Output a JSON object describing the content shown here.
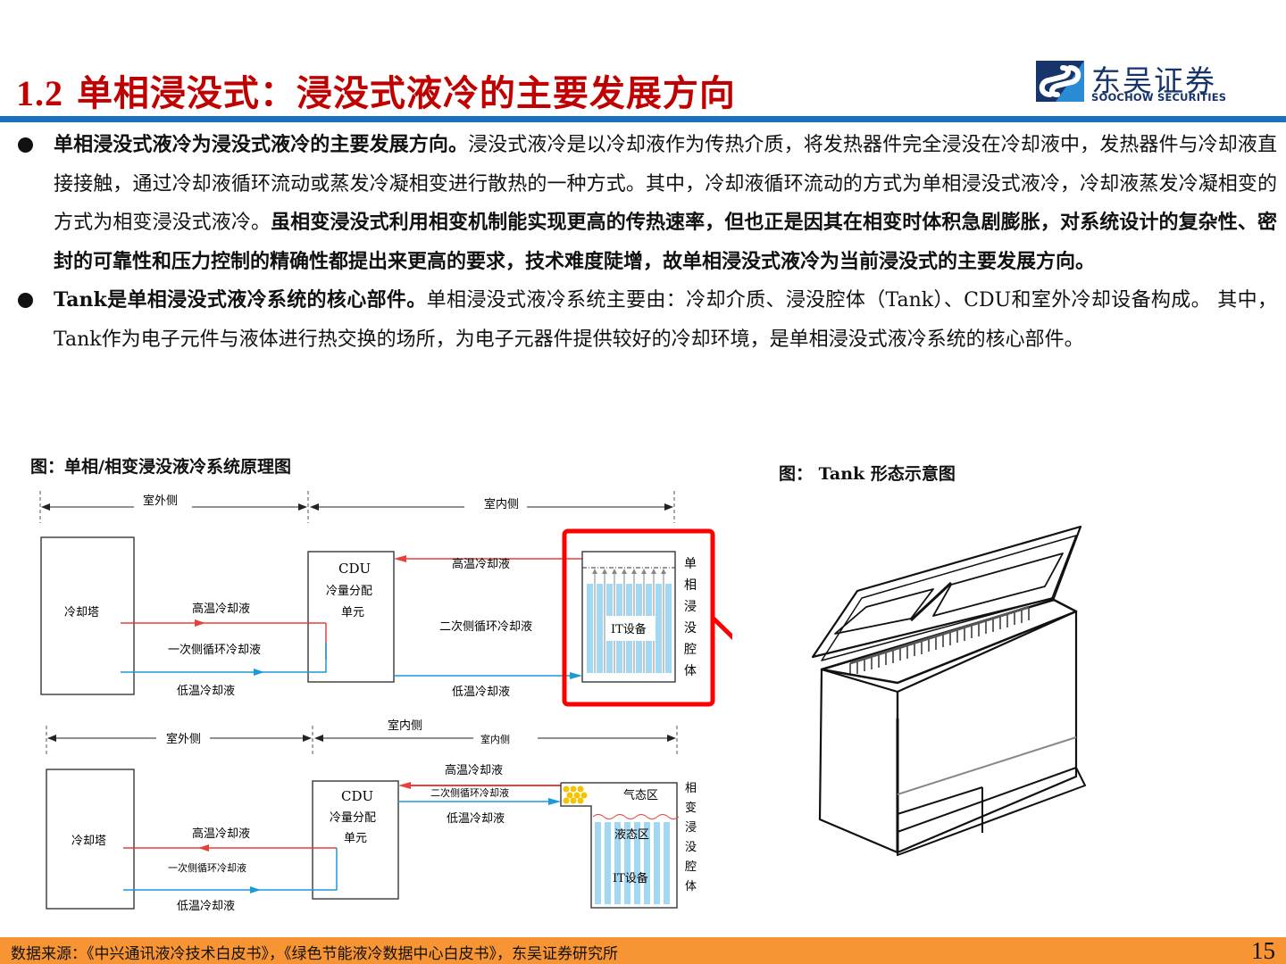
{
  "header": {
    "section_number": "1.2",
    "title": "单相浸没式：浸没式液冷的主要发展方向",
    "accent_color": "#c00000",
    "rule_color": "#1b6fbf"
  },
  "logo": {
    "name_cn": "东吴证券",
    "name_en": "SOOCHOW SECURITIES",
    "icon": "soochow-logo-icon",
    "colors": [
      "#17346b",
      "#2a8bd6"
    ]
  },
  "bullets": [
    {
      "segments": [
        {
          "text": "单相浸没式液冷为浸没式液冷的主要发展方向。",
          "bold": true
        },
        {
          "text": "浸没式液冷是以冷却液作为传热介质，将发热器件完全浸没在冷却液中，发热器件与冷却液直接接触，通过冷却液循环流动或蒸发冷凝相变进行散热的一种方式。其中，冷却液循环流动的方式为单相浸没式液冷，冷却液蒸发冷凝相变的方式为相变浸没式液冷。",
          "bold": false
        },
        {
          "text": "虽相变浸没式利用相变机制能实现更高的传热速率，但也正是因其在相变时体积急剧膨胀，对系统设计的复杂性、密封的可靠性和压力控制的精确性都提出来更高的要求，技术难度陡增，故单相浸没式液冷为当前浸没式的主要发展方向。",
          "bold": true
        }
      ]
    },
    {
      "segments": [
        {
          "text": "Tank是单相浸没式液冷系统的核心部件。",
          "bold": true
        },
        {
          "text": "单相浸没式液冷系统主要由：冷却介质、浸没腔体（Tank）、CDU和室外冷却设备构成。 其中， Tank作为电子元件与液体进行热交换的场所，为电子元器件提供较好的冷却环境，是单相浸没式液冷系统的核心部件。",
          "bold": false
        }
      ]
    }
  ],
  "figures": {
    "left_caption": "图：单相/相变浸没液冷系统原理图",
    "right_caption": "图： Tank 形态示意图",
    "single_phase": {
      "outdoor_label": "室外侧",
      "indoor_label": "室内侧",
      "cooling_tower": "冷却塔",
      "cdu_line1": "CDU",
      "cdu_line2": "冷量分配",
      "cdu_line3": "单元",
      "hot_primary": "高温冷却液",
      "primary_loop": "一次侧循环冷却液",
      "cold_primary": "低温冷却液",
      "hot_secondary": "高温冷却液",
      "secondary_loop": "二次侧循环冷却液",
      "cold_secondary": "低温冷却液",
      "it_equipment": "IT设备",
      "tank_label": [
        "单",
        "相",
        "浸",
        "没",
        "腔",
        "体"
      ]
    },
    "two_phase": {
      "outdoor_label": "室外侧",
      "indoor_label": "室内侧",
      "indoor_label_small": "室内侧",
      "cooling_tower": "冷却塔",
      "cdu_line1": "CDU",
      "cdu_line2": "冷量分配",
      "cdu_line3": "单元",
      "hot_primary": "高温冷却液",
      "primary_loop": "一次侧循环冷却液",
      "cold_primary": "低温冷却液",
      "hot_secondary": "高温冷却液",
      "secondary_loop": "二次侧循环冷却液",
      "cold_secondary": "低温冷却液",
      "gas_zone": "气态区",
      "liquid_zone": "液态区",
      "it_equipment": "IT设备",
      "tank_label": [
        "相",
        "变",
        "浸",
        "没",
        "腔",
        "体"
      ]
    },
    "colors": {
      "hot_line": "#e8413c",
      "cold_line": "#1c9ad6",
      "it_fill": "#a3d8f2",
      "highlight": "#ff0000",
      "bubbles": "#f5c400"
    }
  },
  "footer": {
    "source": "数据来源：《中兴通讯液冷技术白皮书》，《绿色节能液冷数据中心白皮书》，东吴证券研究所",
    "page_number": "15",
    "bar_color": "#f79433"
  }
}
